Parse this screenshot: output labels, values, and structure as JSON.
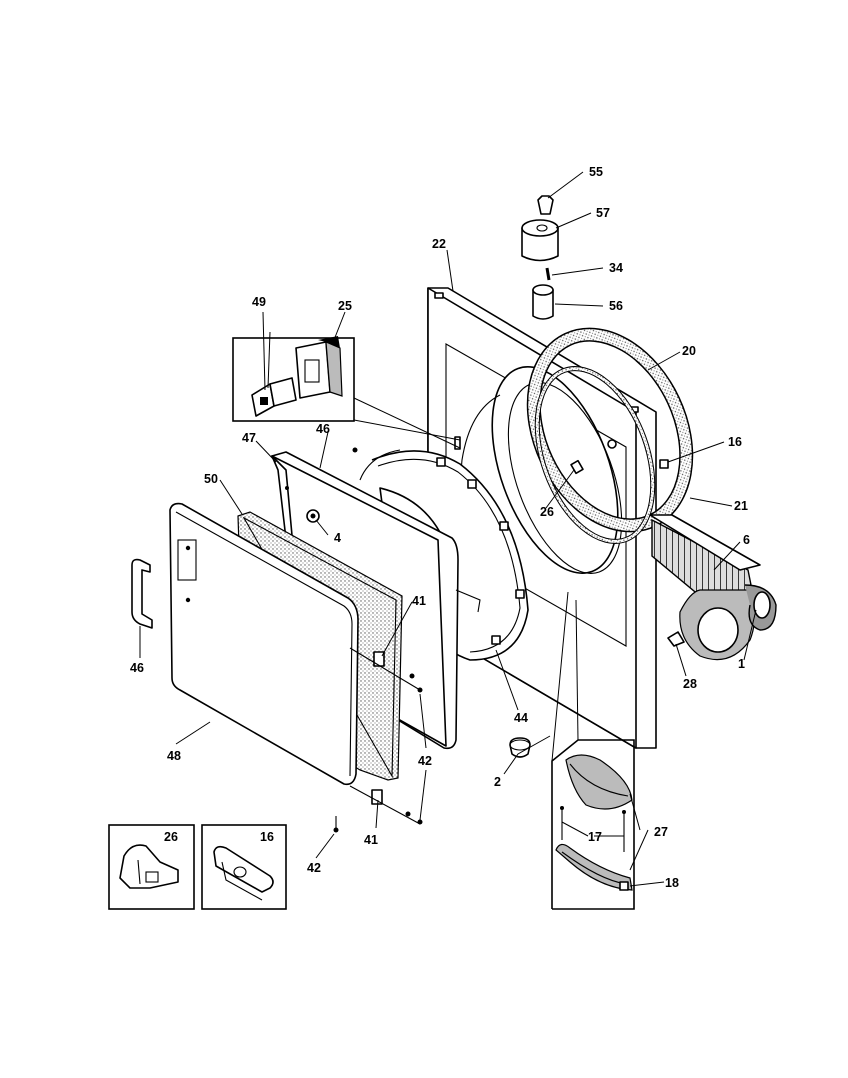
{
  "diagram": {
    "callouts": {
      "p55": "55",
      "p57": "57",
      "p34": "34",
      "p56": "56",
      "p22": "22",
      "p49": "49",
      "p25": "25",
      "p20": "20",
      "p16a": "16",
      "p21": "21",
      "p26a": "26",
      "p6": "6",
      "p1": "1",
      "p28": "28",
      "p46a": "46",
      "p47": "47",
      "p50": "50",
      "p4": "4",
      "p41a": "41",
      "p41b": "41",
      "p42a": "42",
      "p42b": "42",
      "p44": "44",
      "p2": "2",
      "p46b": "46",
      "p48": "48",
      "p26b": "26",
      "p16b": "16",
      "p17": "17",
      "p27": "27",
      "p18": "18"
    }
  }
}
